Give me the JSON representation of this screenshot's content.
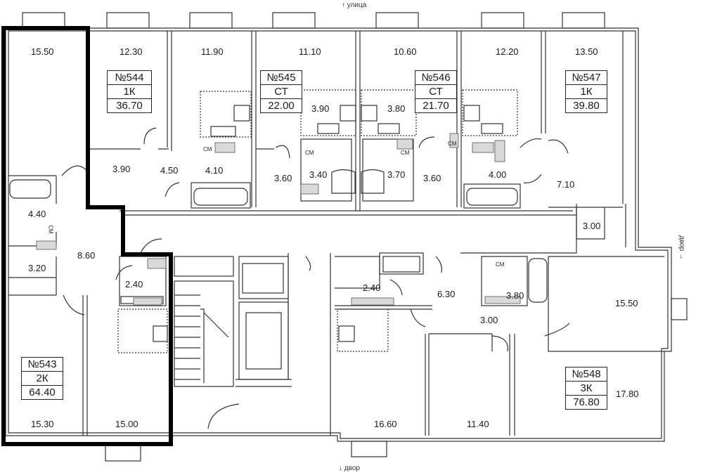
{
  "orientation": {
    "north": "↑ улица",
    "south": "↓ двор",
    "east": "двор →"
  },
  "apartments": [
    {
      "id": "a543",
      "number": "№543",
      "type": "2К",
      "area": "64.40"
    },
    {
      "id": "a544",
      "number": "№544",
      "type": "1К",
      "area": "36.70"
    },
    {
      "id": "a545",
      "number": "№545",
      "type": "СТ",
      "area": "22.00"
    },
    {
      "id": "a546",
      "number": "№546",
      "type": "СТ",
      "area": "21.70"
    },
    {
      "id": "a547",
      "number": "№547",
      "type": "1К",
      "area": "39.80"
    },
    {
      "id": "a548",
      "number": "№548",
      "type": "3К",
      "area": "76.80"
    }
  ],
  "rooms": {
    "r1": "15.50",
    "r2": "12.30",
    "r3": "11.90",
    "r4": "11.10",
    "r5": "10.60",
    "r6": "12.20",
    "r7": "13.50",
    "r8": "3.90",
    "r9": "3.80",
    "r10": "3.90",
    "r11": "4.50",
    "r12": "4.10",
    "r13": "3.60",
    "r14": "3.40",
    "r15": "3.70",
    "r16": "3.60",
    "r17": "4.00",
    "r18": "7.10",
    "r19": "3.00",
    "r20": "4.40",
    "r21": "8.60",
    "r22": "3.20",
    "r23": "2.40",
    "r24": "2.40",
    "r25": "6.30",
    "r26": "3.80",
    "r27": "3.00",
    "r28": "15.50",
    "r29": "15.30",
    "r30": "15.00",
    "r31": "16.60",
    "r32": "11.40",
    "r33": "17.80"
  },
  "appliance_label": "СМ"
}
